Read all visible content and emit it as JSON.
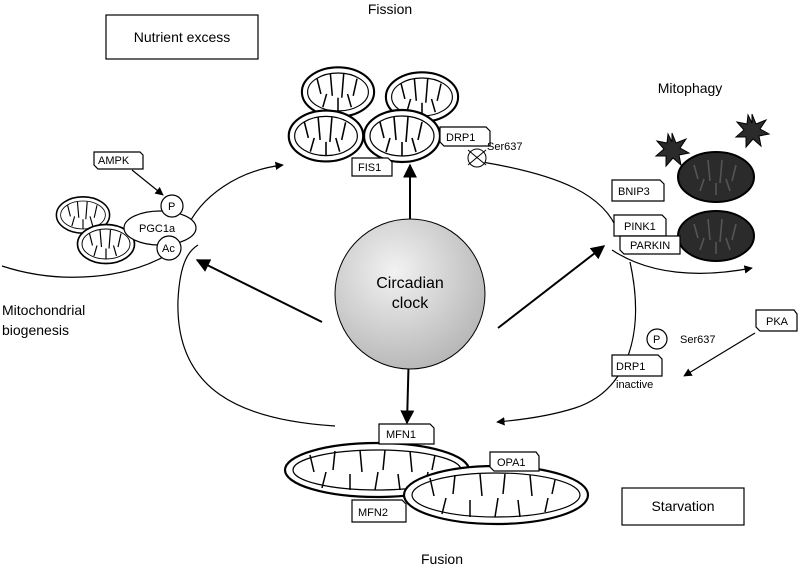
{
  "labels": {
    "fission": "Fission",
    "fusion": "Fusion",
    "mitophagy": "Mitophagy",
    "biogenesis_line1": "Mitochondrial",
    "biogenesis_line2": "biogenesis",
    "nutrient_excess": "Nutrient excess",
    "starvation": "Starvation",
    "clock_line1": "Circadian",
    "clock_line2": "clock"
  },
  "proteins": {
    "ampk": "AMPK",
    "p_ampk": "P",
    "pgc1a": "PGC1a",
    "ac": "Ac",
    "fis1": "FIS1",
    "drp1_top": "DRP1",
    "ser637_top": "Ser637",
    "bnip3": "BNIP3",
    "pink1": "PINK1",
    "parkin": "PARKIN",
    "pka": "PKA",
    "ser637_right": "Ser637",
    "p_drp1": "P",
    "drp1_right": "DRP1",
    "inactive": "inactive",
    "mfn1": "MFN1",
    "mfn2": "MFN2",
    "opa1": "OPA1"
  }
}
